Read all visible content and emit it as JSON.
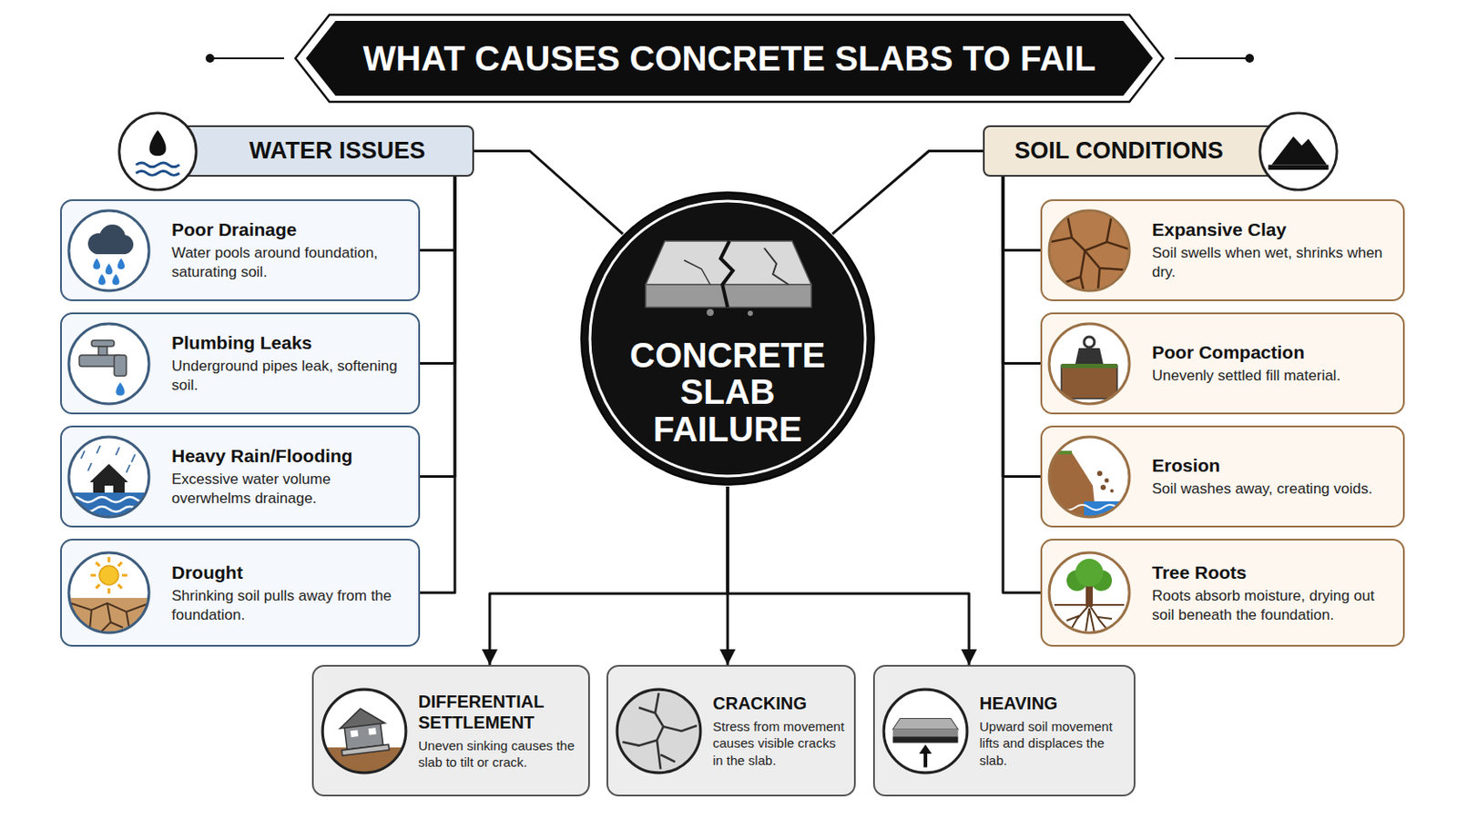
{
  "diagram": {
    "title": "WHAT CAUSES CONCRETE SLABS TO FAIL",
    "nodes": [
      {
        "text": [
          "WATER ISSUES"
        ]
      },
      {
        "text": [
          "Poor Drainage",
          "Water pools around foundation, saturating soil."
        ]
      },
      {
        "text": [
          "Plumbing Leaks",
          "Underground pipes leak, softening soil."
        ]
      },
      {
        "text": [
          "Heavy Rain/Flooding",
          "Excessive water volume overwhelms drainage."
        ]
      },
      {
        "text": [
          "Drought",
          "Shrinking soil pulls away from the foundation."
        ]
      },
      {
        "text": [
          "CONCRETE SLAB FAILURE"
        ]
      },
      {
        "text": [
          "SOIL CONDITIONS"
        ]
      },
      {
        "text": [
          "Expansive Clay",
          "Soil swells when wet, shrinks when dry."
        ]
      },
      {
        "text": [
          "Poor Compaction",
          "Unevenly settled fill material."
        ]
      },
      {
        "text": [
          "Erosion",
          "Soil washes away, creating voids."
        ]
      },
      {
        "text": [
          "Tree Roots",
          "Roots absorb moisture, drying out soil beneath the foundation."
        ]
      },
      {
        "text": [
          "DIFFERENTIAL SETTLEMENT",
          "Uneven sinking causes the slab to tilt or crack."
        ]
      },
      {
        "text": [
          "CRACKING",
          "Stress from movement causes visible cracks in the slab."
        ]
      },
      {
        "text": [
          "HEAVING",
          "Upward soil movement lifts and displaces the slab."
        ]
      }
    ],
    "edges": [
      {
        "from": 0,
        "to": 1,
        "arrow": "none"
      },
      {
        "from": 0,
        "to": 2,
        "arrow": "none"
      },
      {
        "from": 0,
        "to": 3,
        "arrow": "none"
      },
      {
        "from": 0,
        "to": 4,
        "arrow": "none"
      },
      {
        "from": 0,
        "to": 5,
        "arrow": "none"
      },
      {
        "from": 6,
        "to": 5,
        "arrow": "none"
      },
      {
        "from": 6,
        "to": 7,
        "arrow": "none"
      },
      {
        "from": 6,
        "to": 8,
        "arrow": "none"
      },
      {
        "from": 6,
        "to": 9,
        "arrow": "none"
      },
      {
        "from": 6,
        "to": 10,
        "arrow": "none"
      },
      {
        "from": 5,
        "to": 11,
        "arrow": "to"
      },
      {
        "from": 5,
        "to": 12,
        "arrow": "to"
      },
      {
        "from": 5,
        "to": 13,
        "arrow": "to"
      }
    ]
  }
}
